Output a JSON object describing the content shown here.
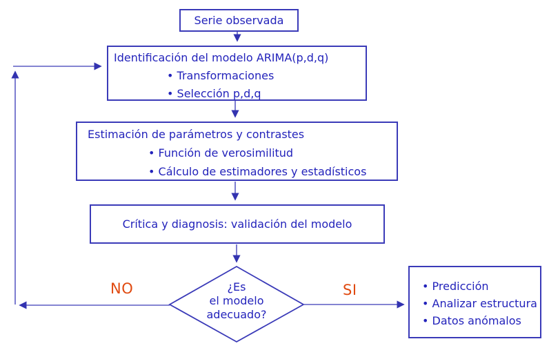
{
  "nodes": {
    "serie": {
      "label": "Serie observada"
    },
    "identificacion": {
      "title": "Identificación del modelo ARIMA(p,d,q)",
      "bullets": [
        "Transformaciones",
        "Selección p,d,q"
      ]
    },
    "estimacion": {
      "title": "Estimación de parámetros y contrastes",
      "bullets": [
        "Función de verosimilitud",
        "Cálculo de estimadores y estadísticos"
      ]
    },
    "critica": {
      "label": "Crítica y diagnosis: validación del modelo"
    },
    "decision": {
      "lines": [
        "¿Es",
        "el modelo",
        "adecuado?"
      ]
    },
    "salida": {
      "bullets": [
        "Predicción",
        "Analizar estructura",
        "Datos anómalos"
      ]
    }
  },
  "edges": {
    "no_label": "NO",
    "si_label": "SI"
  },
  "colors": {
    "box_border": "#3a3ab8",
    "text": "#2323bb",
    "connector": "#5c5cc4",
    "arrowhead": "#3333b0",
    "edge_label": "#e04a10",
    "background": "#ffffff"
  }
}
